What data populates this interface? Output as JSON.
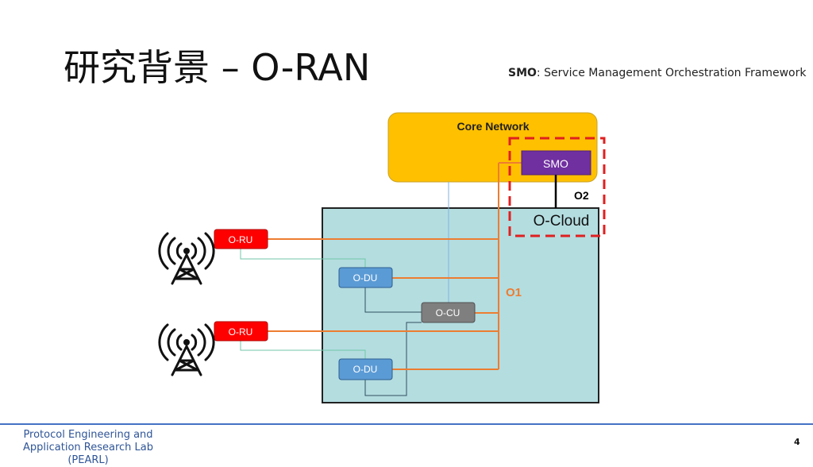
{
  "slide": {
    "title": "研究背景 – O-RAN",
    "subtitle_term": "SMO",
    "subtitle_rest": ": Service Management Orchestration Framework",
    "page_number": "4"
  },
  "footer": {
    "lab_line1": "Protocol Engineering and",
    "lab_line2": "Application Research Lab (PEARL)"
  },
  "diagram": {
    "core_network_label": "Core Network",
    "smo_label": "SMO",
    "o2_label": "O2",
    "ocloud_label": "O-Cloud",
    "o1_label": "O1",
    "oru_top_label": "O-RU",
    "oru_bottom_label": "O-RU",
    "odu_top_label": "O-DU",
    "odu_bottom_label": "O-DU",
    "ocu_label": "O-CU",
    "icons": [
      "antenna-tower-icon",
      "antenna-tower-icon"
    ],
    "colors": {
      "core_network": "#ffc000",
      "smo": "#7030a0",
      "ocloud": "#b4dde0",
      "oru": "#ff0000",
      "odu": "#5b9bd5",
      "ocu": "#7f7f7f",
      "o1_interface": "#ed7d31",
      "dashed_highlight": "#e02020"
    }
  }
}
